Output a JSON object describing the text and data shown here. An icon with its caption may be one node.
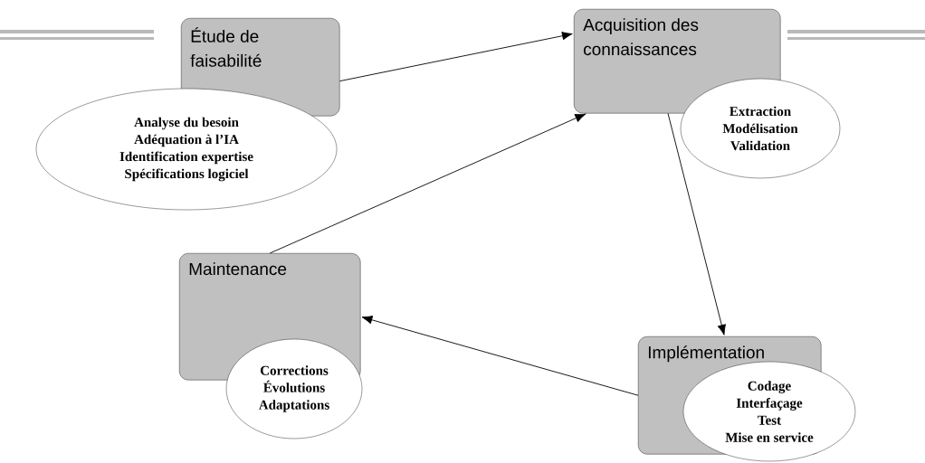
{
  "diagram": {
    "nodes": [
      {
        "text": [
          "Étude de faisabilité"
        ]
      },
      {
        "text": [
          "Analyse du besoin",
          "Adéquation à l’IA",
          "Identification expertise",
          "Spécifications logiciel"
        ]
      },
      {
        "text": [
          "Acquisition des connaissances"
        ]
      },
      {
        "text": [
          "Extraction",
          "Modélisation",
          "Validation"
        ]
      },
      {
        "text": [
          "Implémentation"
        ]
      },
      {
        "text": [
          "Codage",
          "Interfaçage",
          "Test",
          "Mise en service"
        ]
      },
      {
        "text": [
          "Maintenance"
        ]
      },
      {
        "text": [
          "Corrections",
          "Évolutions",
          "Adaptations"
        ]
      }
    ],
    "edges": [
      {
        "from": 0,
        "to": 2,
        "arrow": "to"
      },
      {
        "from": 2,
        "to": 4,
        "arrow": "to"
      },
      {
        "from": 4,
        "to": 6,
        "arrow": "to"
      },
      {
        "from": 6,
        "to": 2,
        "arrow": "to"
      }
    ]
  }
}
